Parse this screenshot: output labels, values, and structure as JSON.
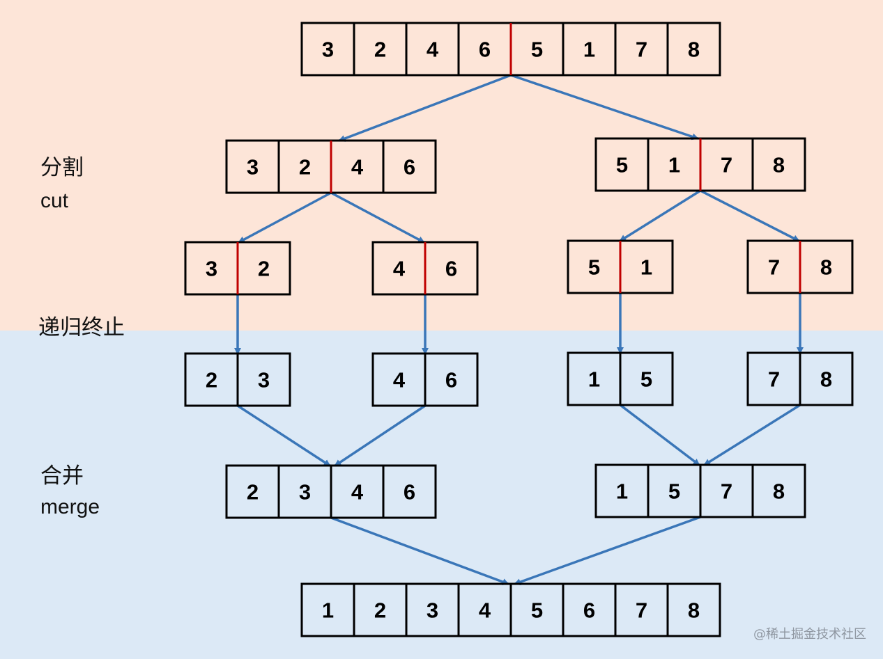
{
  "labels": {
    "cut_zh": "分割",
    "cut_en": "cut",
    "stop_zh": "递归终止",
    "merge_zh": "合并",
    "merge_en": "merge"
  },
  "watermark": "@稀土掘金技术社区",
  "colors": {
    "top_band": "#fde5d8",
    "bottom_band": "#dce9f6",
    "arrow": "#3a76b8",
    "split_divider": "#c00000",
    "box_border": "#000000"
  },
  "arrays": {
    "level0": {
      "cells": [
        "3",
        "2",
        "4",
        "6",
        "5",
        "1",
        "7",
        "8"
      ],
      "split_after": 4
    },
    "level1_left": {
      "cells": [
        "3",
        "2",
        "4",
        "6"
      ],
      "split_after": 2
    },
    "level1_right": {
      "cells": [
        "5",
        "1",
        "7",
        "8"
      ],
      "split_after": 2
    },
    "level2_a": {
      "cells": [
        "3",
        "2"
      ],
      "split_after": 1
    },
    "level2_b": {
      "cells": [
        "4",
        "6"
      ],
      "split_after": 1
    },
    "level2_c": {
      "cells": [
        "5",
        "1"
      ],
      "split_after": 1
    },
    "level2_d": {
      "cells": [
        "7",
        "8"
      ],
      "split_after": 1
    },
    "level3_a": {
      "cells": [
        "2",
        "3"
      ]
    },
    "level3_b": {
      "cells": [
        "4",
        "6"
      ]
    },
    "level3_c": {
      "cells": [
        "1",
        "5"
      ]
    },
    "level3_d": {
      "cells": [
        "7",
        "8"
      ]
    },
    "level4_left": {
      "cells": [
        "2",
        "3",
        "4",
        "6"
      ]
    },
    "level4_right": {
      "cells": [
        "1",
        "5",
        "7",
        "8"
      ]
    },
    "level5": {
      "cells": [
        "1",
        "2",
        "3",
        "4",
        "5",
        "6",
        "7",
        "8"
      ]
    }
  }
}
